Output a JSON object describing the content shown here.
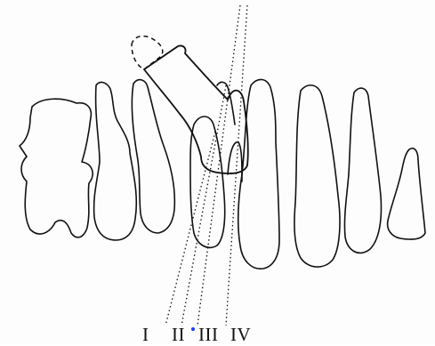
{
  "figure": {
    "zone_labels": [
      "I",
      "II",
      "III",
      "IV"
    ],
    "colors": {
      "line": "#111111",
      "background": "#fdfdfd",
      "marker": "#1a3cff"
    }
  }
}
